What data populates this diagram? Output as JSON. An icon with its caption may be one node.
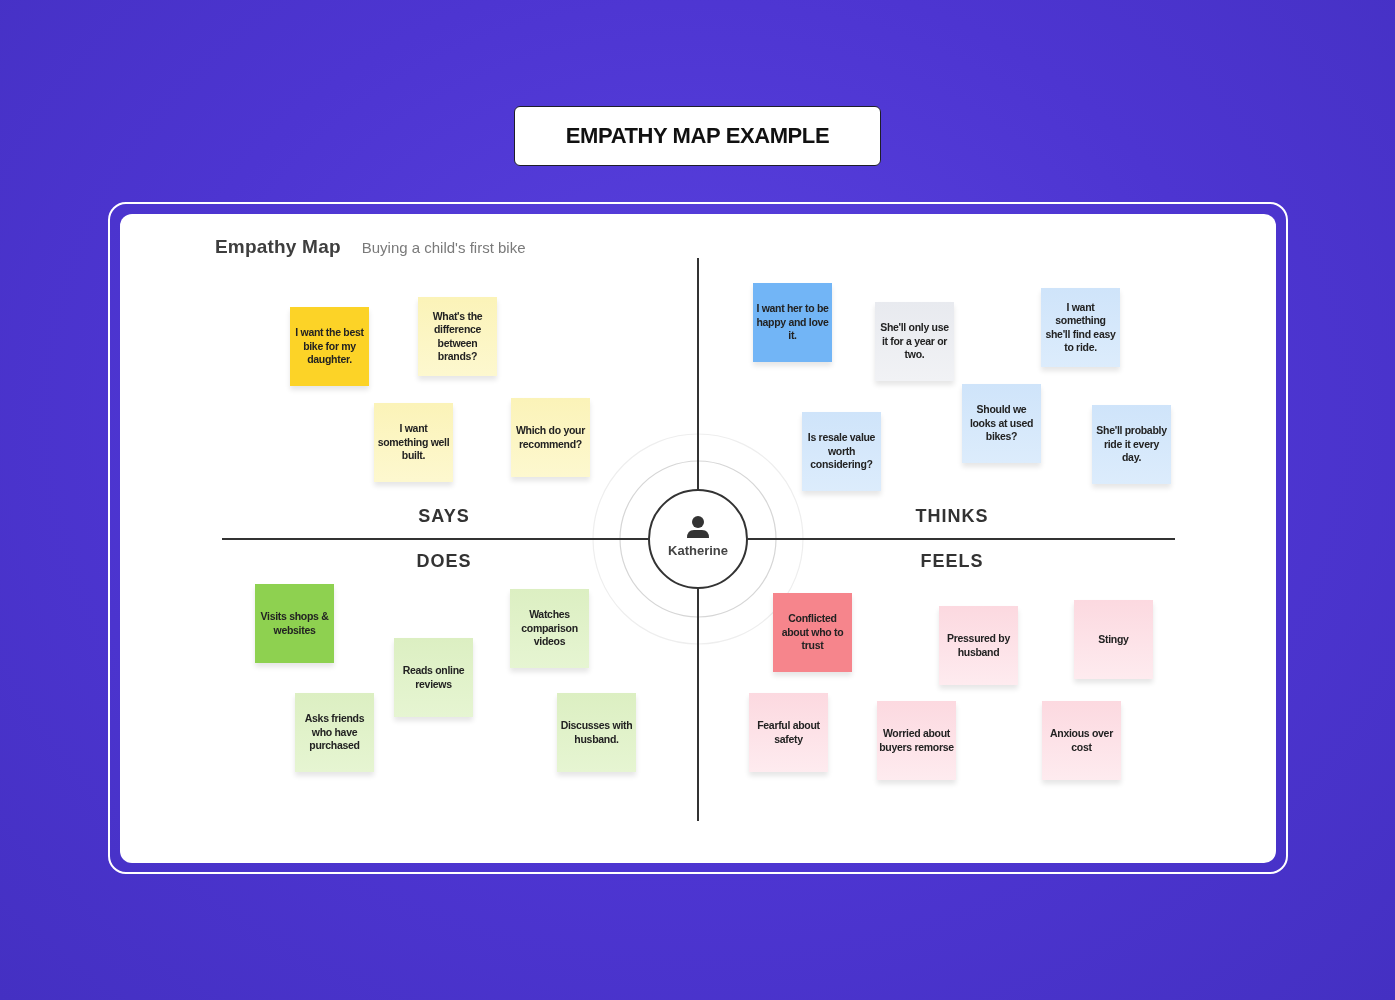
{
  "diagram": {
    "title": "EMPATHY MAP EXAMPLE",
    "nodes": [
      {
        "text": [
          "Empathy Map",
          "Buying a child's first bike"
        ]
      },
      {
        "text": [
          "Katherine"
        ],
        "in": 0
      },
      {
        "text": [
          "I want the best bike for my daughter."
        ],
        "in": 0
      },
      {
        "text": [
          "What's the difference between brands?"
        ],
        "in": 0
      },
      {
        "text": [
          "I want something well built."
        ],
        "in": 0
      },
      {
        "text": [
          "Which do your recommend?"
        ],
        "in": 0
      },
      {
        "text": [
          "I want her to be happy and love it."
        ],
        "in": 0
      },
      {
        "text": [
          "She'll only use it for a year or two."
        ],
        "in": 0
      },
      {
        "text": [
          "I want something she'll find easy to ride."
        ],
        "in": 0
      },
      {
        "text": [
          "Is resale value worth considering?"
        ],
        "in": 0
      },
      {
        "text": [
          "Should we looks at used bikes?"
        ],
        "in": 0
      },
      {
        "text": [
          "She'll probably ride it every day."
        ],
        "in": 0
      },
      {
        "text": [
          "Visits shops & websites"
        ],
        "in": 0
      },
      {
        "text": [
          "Watches comparison videos"
        ],
        "in": 0
      },
      {
        "text": [
          "Reads online reviews"
        ],
        "in": 0
      },
      {
        "text": [
          "Asks friends who have purchased"
        ],
        "in": 0
      },
      {
        "text": [
          "Discusses with husband."
        ],
        "in": 0
      },
      {
        "text": [
          "Conflicted about who to trust"
        ],
        "in": 0
      },
      {
        "text": [
          "Pressured by husband"
        ],
        "in": 0
      },
      {
        "text": [
          "Stingy"
        ],
        "in": 0
      },
      {
        "text": [
          "Fearful about safety"
        ],
        "in": 0
      },
      {
        "text": [
          "Worried about buyers remorse"
        ],
        "in": 0
      },
      {
        "text": [
          "Anxious over cost"
        ],
        "in": 0
      }
    ],
    "labels": [
      "SAYS",
      "THINKS",
      "DOES",
      "FEELS"
    ]
  }
}
